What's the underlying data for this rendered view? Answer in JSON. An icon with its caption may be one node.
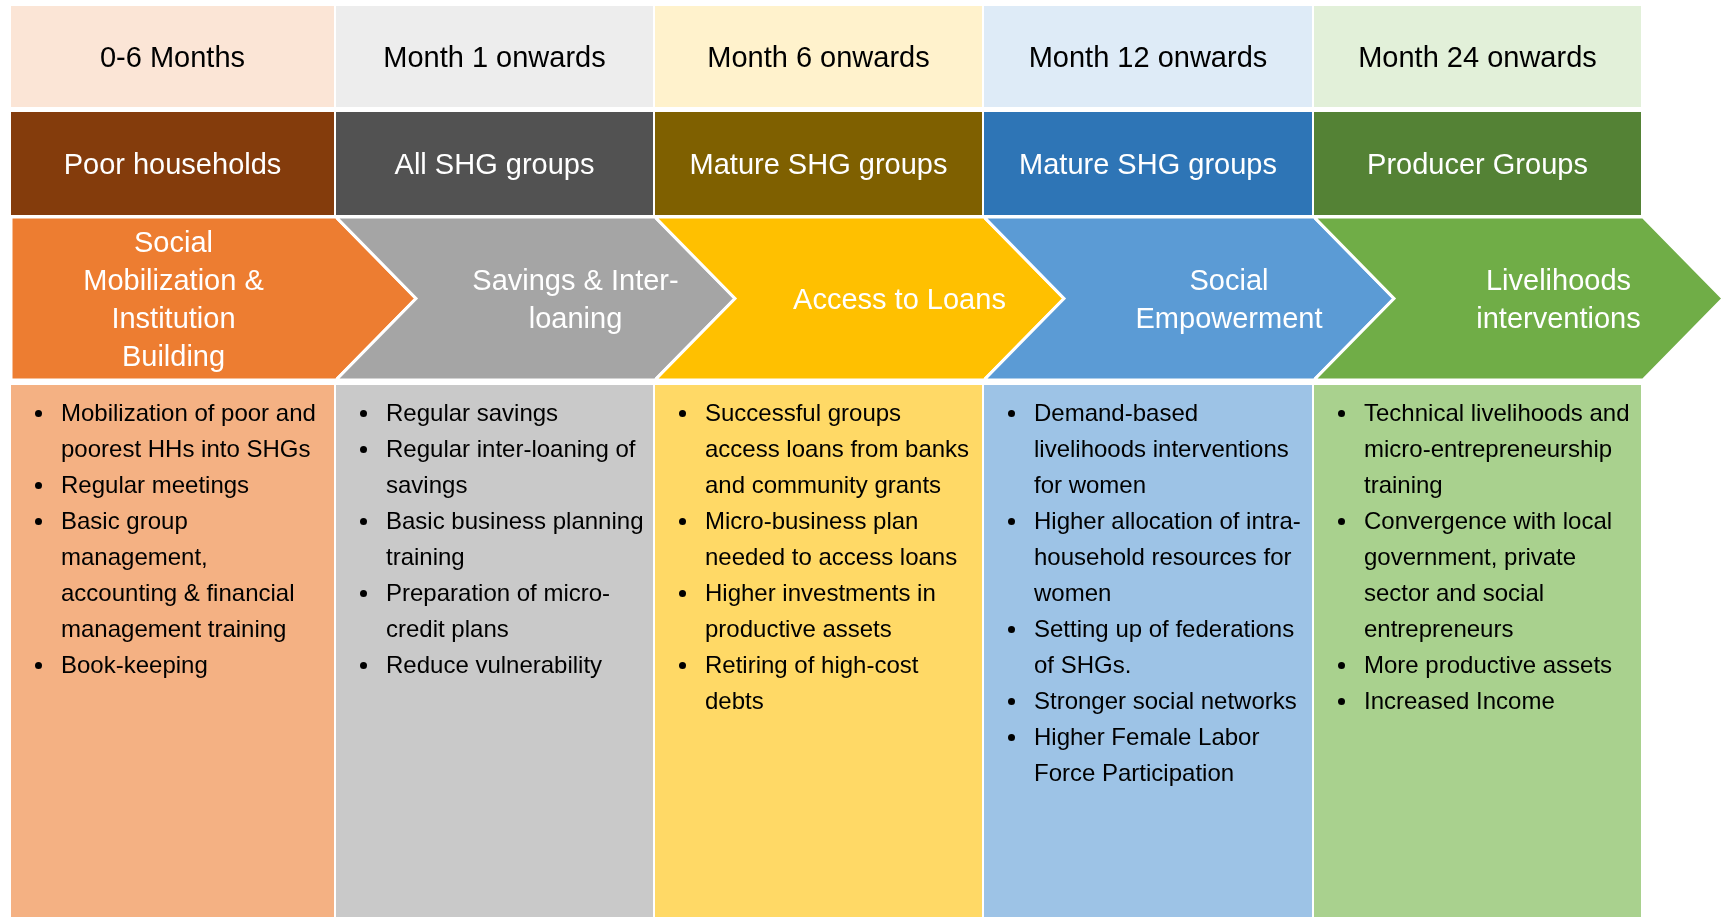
{
  "diagram": {
    "nodes": [
      {
        "text": [
          "0-6 Months"
        ]
      },
      {
        "text": [
          "Month 1 onwards"
        ]
      },
      {
        "text": [
          "Month 6 onwards"
        ]
      },
      {
        "text": [
          "Month 12 onwards"
        ]
      },
      {
        "text": [
          "Month 24 onwards"
        ]
      },
      {
        "text": [
          "Poor households"
        ]
      },
      {
        "text": [
          "All SHG groups"
        ]
      },
      {
        "text": [
          "Mature SHG groups"
        ]
      },
      {
        "text": [
          "Mature SHG groups"
        ]
      },
      {
        "text": [
          "Producer Groups"
        ]
      },
      {
        "text": [
          "Social Mobilization & Institution Building"
        ]
      },
      {
        "text": [
          "Savings & Inter-loaning"
        ]
      },
      {
        "text": [
          "Access to Loans"
        ]
      },
      {
        "text": [
          "Social Empowerment"
        ]
      },
      {
        "text": [
          "Livelihoods interventions"
        ]
      },
      {
        "text": [
          "Mobilization of poor and poorest HHs into SHGs",
          "Regular meetings",
          "Basic group management, accounting & financial management training",
          "Book-keeping"
        ]
      },
      {
        "text": [
          "Regular savings",
          "Regular inter-loaning of savings",
          "Basic business planning training",
          "Preparation of micro-credit plans",
          "Reduce vulnerability"
        ]
      },
      {
        "text": [
          "Successful groups access loans from banks and community grants",
          "Micro-business plan needed  to access loans",
          "Higher investments in productive assets",
          "Retiring of high-cost debts"
        ]
      },
      {
        "text": [
          "Demand-based livelihoods interventions for women",
          "Higher allocation of intra-household resources for women",
          "Setting up of federations of SHGs.",
          "Stronger social networks",
          "Higher Female Labor Force Participation"
        ]
      },
      {
        "text": [
          "Technical livelihoods and micro-entrepreneurship training",
          "Convergence with local government, private sector and social entrepreneurs",
          "More productive assets",
          "Increased Income"
        ]
      }
    ]
  }
}
